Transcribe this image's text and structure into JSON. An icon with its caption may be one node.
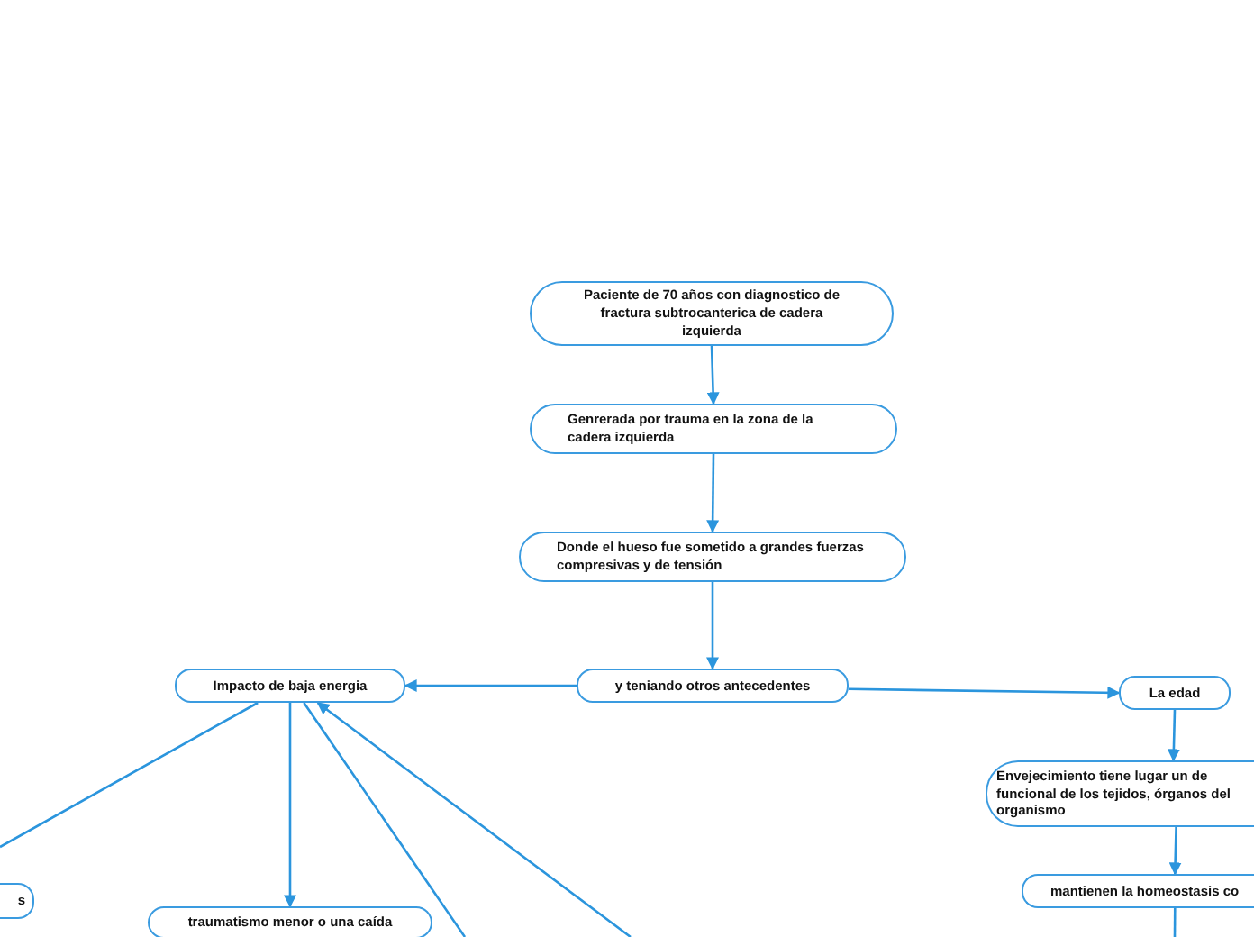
{
  "diagram": {
    "nodes": [
      {
        "text": [
          "Paciente de 70 años con diagnostico de fractura subtrocanterica de cadera izquierda"
        ]
      },
      {
        "text": [
          "Genrerada por trauma en la zona de la cadera izquierda"
        ]
      },
      {
        "text": [
          "Donde el hueso  fue sometido a grandes fuerzas compresivas y de tensión"
        ]
      },
      {
        "text": [
          "y teniando otros antecedentes"
        ]
      },
      {
        "text": [
          "Impacto de baja energia"
        ]
      },
      {
        "text": [
          "La edad"
        ]
      },
      {
        "text": [
          "Envejecimiento tiene lugar un de funcional de los tejidos, órganos del organismo"
        ]
      },
      {
        "text": [
          "mantienen la homeostasis co"
        ]
      },
      {
        "text": [
          "s"
        ]
      },
      {
        "text": [
          "traumatismo menor o una caída"
        ]
      }
    ],
    "edges": [
      {
        "from": 0,
        "to": 1,
        "arrow": "to"
      },
      {
        "from": 1,
        "to": 2,
        "arrow": "to"
      },
      {
        "from": 2,
        "to": 3,
        "arrow": "to"
      },
      {
        "from": 3,
        "to": 4,
        "arrow": "to"
      },
      {
        "from": 3,
        "to": 5,
        "arrow": "to"
      },
      {
        "from": 5,
        "to": 6,
        "arrow": "to"
      },
      {
        "from": 6,
        "to": 7,
        "arrow": "to"
      },
      {
        "from": 7,
        "to": null,
        "arrow": "none"
      },
      {
        "from": 4,
        "to": null,
        "arrow": "none"
      },
      {
        "from": 4,
        "to": 9,
        "arrow": "to"
      },
      {
        "from": 4,
        "to": null,
        "arrow": "none"
      },
      {
        "from": null,
        "to": 4,
        "arrow": "to"
      }
    ]
  }
}
